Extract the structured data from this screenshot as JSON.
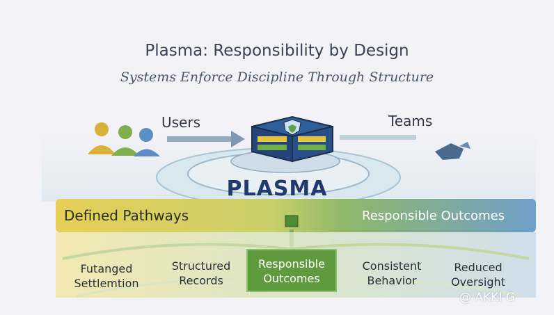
{
  "title": "Plasma: Responsibility by Design",
  "subtitle": "Systems Enforce Discipline Through Structure",
  "actors": {
    "left": "Users",
    "right": "Teams"
  },
  "hub": "PLASMA",
  "bands": {
    "left": "Defined Pathways",
    "right": "Responsible Outcomes"
  },
  "outcomes": [
    {
      "line1": "Futanged",
      "line2": "Settlemtion"
    },
    {
      "line1": "Structured",
      "line2": "Records"
    },
    {
      "line1": "Responsible",
      "line2": "Outcomes"
    },
    {
      "line1": "Consistent",
      "line2": "Behavior"
    },
    {
      "line1": "Reduced",
      "line2": "Oversight"
    }
  ],
  "watermark": "@ AKKI G",
  "colors": {
    "navy": "#1f3a6b",
    "green": "#5f9a3e",
    "yellow": "#d9c24a",
    "blue": "#5b8fc4"
  }
}
